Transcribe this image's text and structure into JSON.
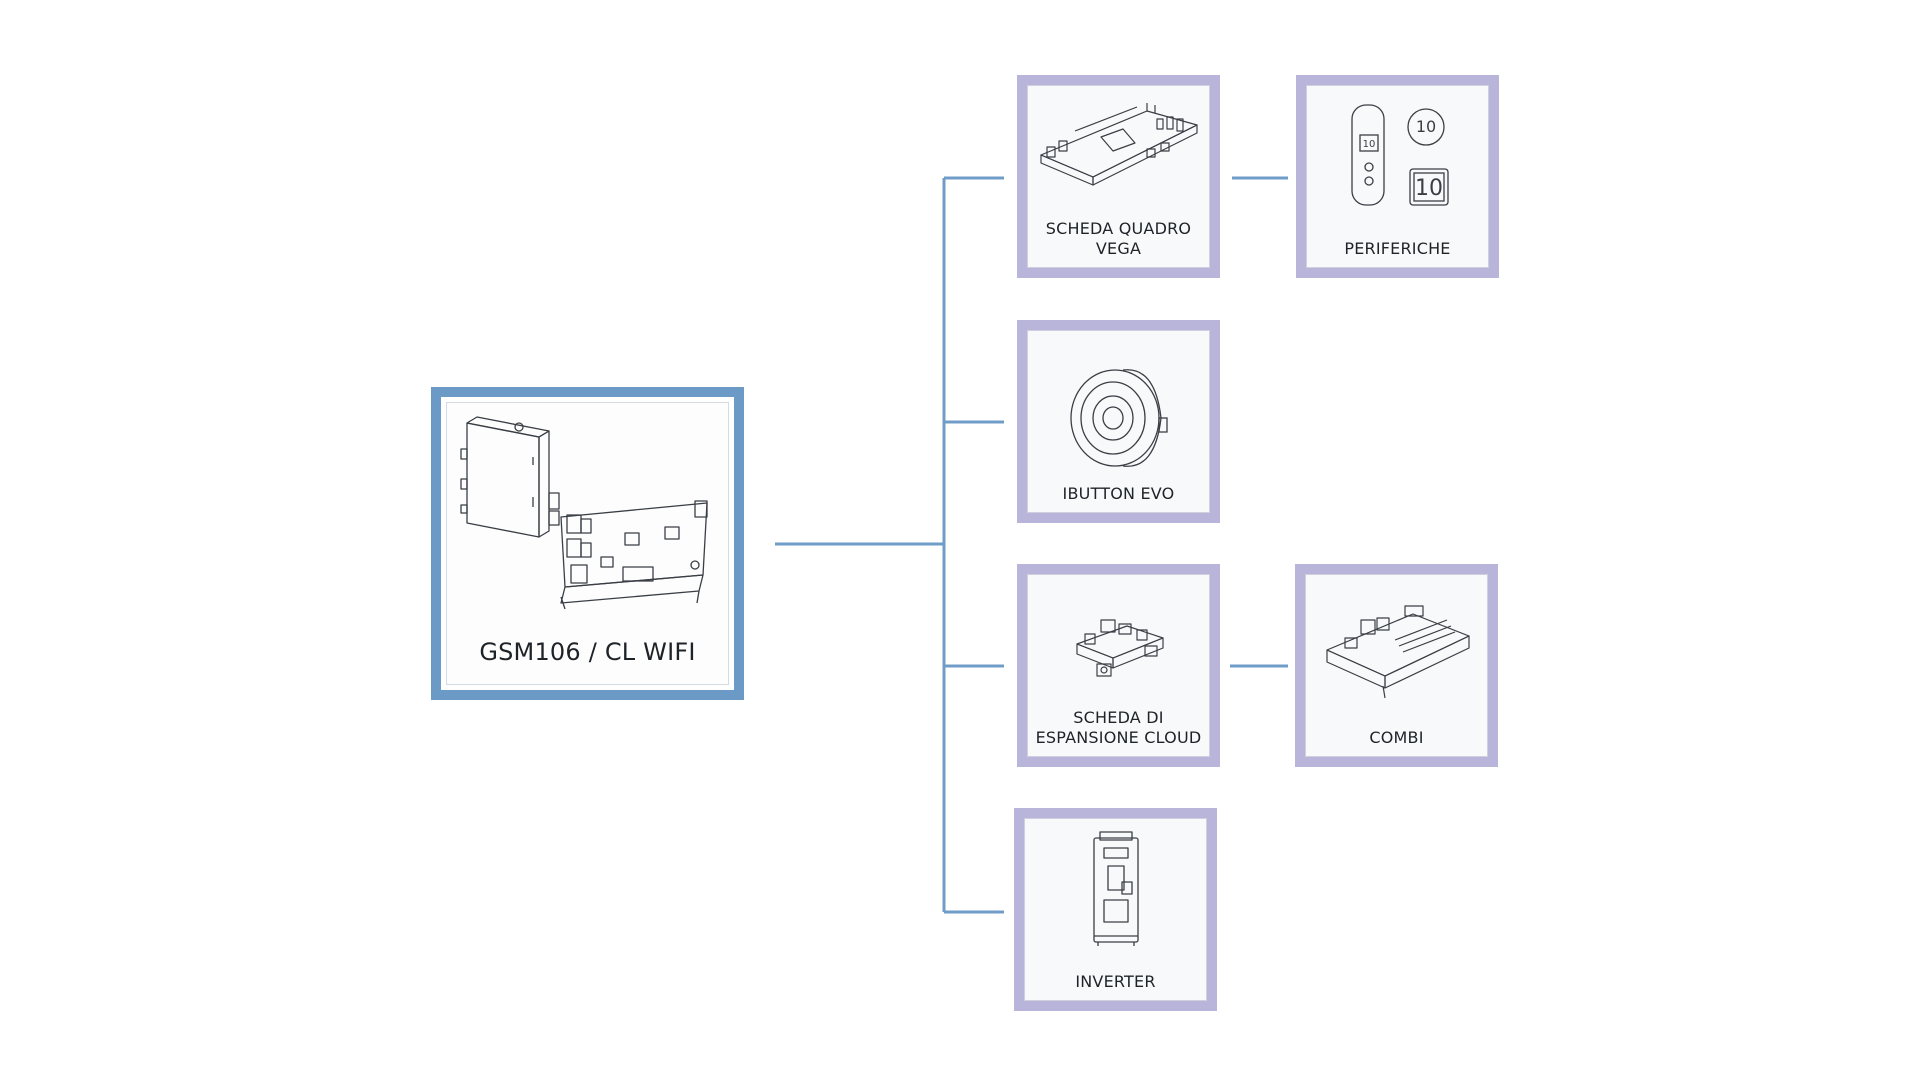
{
  "diagram": {
    "colors": {
      "main_border": "#6b9ac7",
      "child_border": "#b8b4da",
      "connector": "#6f9dc8",
      "line_art": "#3a3f45"
    },
    "main": {
      "label": "GSM106 / CL WIFI",
      "icon": "gsm-module-and-board"
    },
    "children": [
      {
        "id": "scheda-quadro-vega",
        "label_line1": "SCHEDA QUADRO",
        "label_line2": "VEGA",
        "icon": "control-board"
      },
      {
        "id": "periferiche",
        "label_line1": "PERIFERICHE",
        "label_line2": "",
        "icon": "floor-displays",
        "display_numbers": [
          "10",
          "10",
          "10"
        ]
      },
      {
        "id": "ibutton-evo",
        "label_line1": "IBUTTON EVO",
        "label_line2": "",
        "icon": "ibutton-reader"
      },
      {
        "id": "scheda-espansione-cloud",
        "label_line1": "SCHEDA DI",
        "label_line2": "ESPANSIONE CLOUD",
        "icon": "expansion-board"
      },
      {
        "id": "combi",
        "label_line1": "COMBI",
        "label_line2": "",
        "icon": "combi-board"
      },
      {
        "id": "inverter",
        "label_line1": "INVERTER",
        "label_line2": "",
        "icon": "inverter-unit"
      }
    ]
  }
}
